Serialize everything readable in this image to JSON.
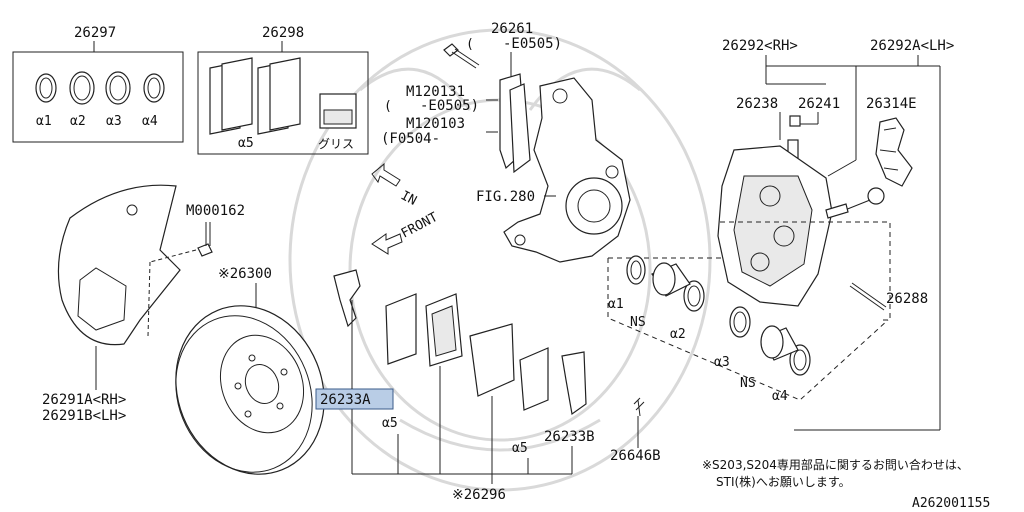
{
  "colors": {
    "highlight": "#b9cde6",
    "highlight_border": "#3a5b8a",
    "line": "#222222",
    "watermark": "#d9d9d9"
  },
  "labels": {
    "p26297": "26297",
    "p26298": "26298",
    "p26261": "26261",
    "p26261_range": "-E0505)",
    "m120131": "M120131",
    "m120131_range": "-E0505)",
    "m120103": "M120103",
    "m120103_range": "(F0504-",
    "p26292_rh": "26292<RH>",
    "p26292a_lh": "26292A<LH>",
    "p26238": "26238",
    "p26241": "26241",
    "p26314e": "26314E",
    "fig280": "FIG.280",
    "m000162": "M000162",
    "p26300": "※26300",
    "p26288": "26288",
    "p26291a": "26291A<RH>",
    "p26291b": "26291B<LH>",
    "p26233a": "26233A",
    "p26233b": "26233B",
    "p26646b": "26646B",
    "p26296": "※26296",
    "a1": "α1",
    "a2": "α2",
    "a3": "α3",
    "a4": "α4",
    "a5": "α5",
    "ns": "NS",
    "grease": "グリス",
    "in_arrow": "IN",
    "front_arrow": "FRONT",
    "note_line1": "※S203,S204専用部品に関するお問い合わせは、",
    "note_line2": "STI(株)へお願いします。",
    "diagram_id": "A262001155"
  }
}
